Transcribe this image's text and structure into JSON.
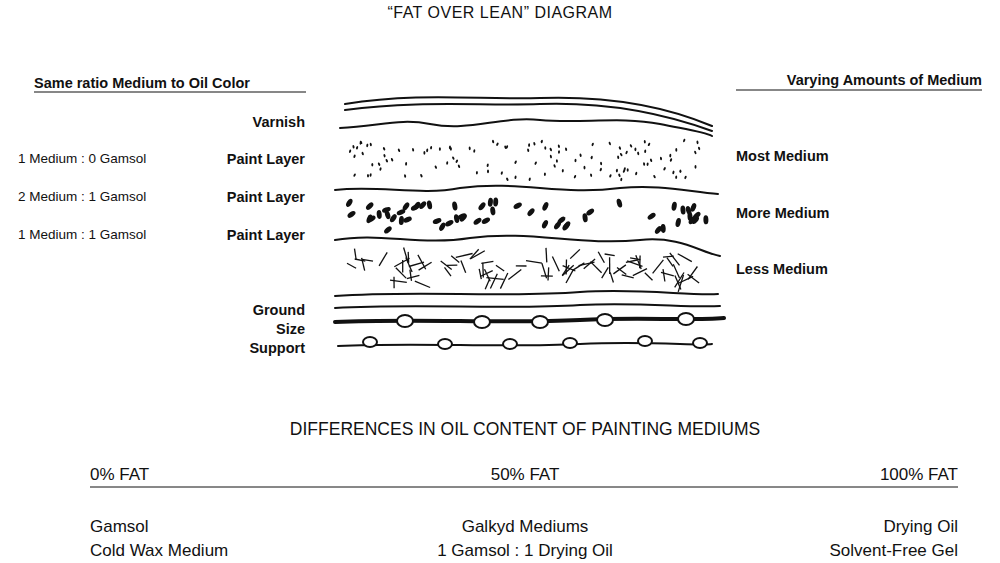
{
  "diagram": {
    "title": "“FAT OVER LEAN” DIAGRAM",
    "labels": [
      "Same ratio Medium to Oil Color",
      "Varying Amounts of Medium",
      "Varnish",
      "1 Medium : 0 Gamsol",
      "Paint Layer",
      "Most Medium",
      "2 Medium : 1 Gamsol",
      "Paint Layer",
      "More Medium",
      "1 Medium : 1 Gamsol",
      "Paint Layer",
      "Less Medium",
      "Ground",
      "Size",
      "Support",
      "DIFFERENCES IN OIL CONTENT OF PAINTING MEDIUMS",
      "0% FAT",
      "50% FAT",
      "100% FAT",
      "Gamsol",
      "Galkyd Mediums",
      "Drying Oil",
      "Cold Wax Medium",
      "1 Gamsol : 1 Drying Oil",
      "Solvent-Free Gel"
    ]
  }
}
